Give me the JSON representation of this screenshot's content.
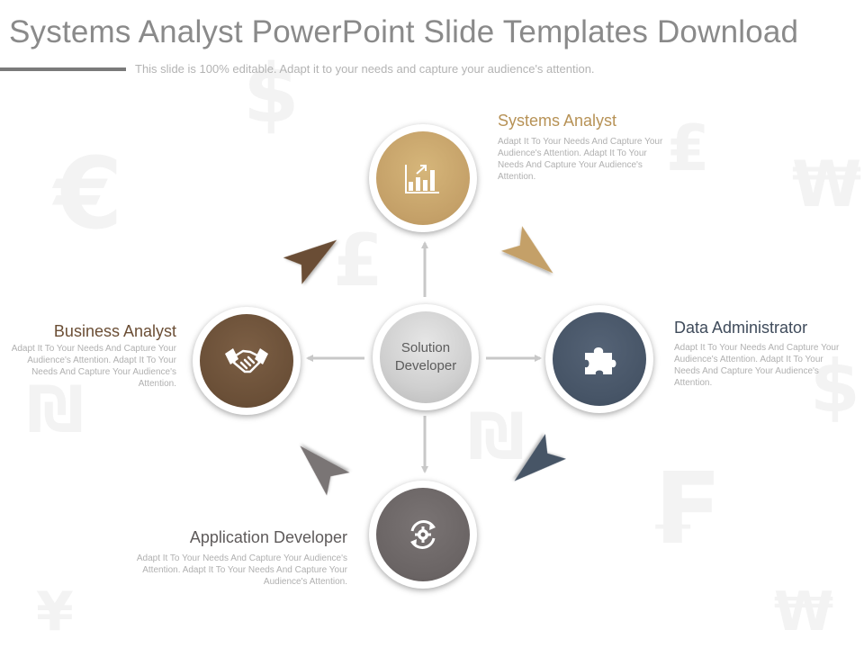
{
  "header": {
    "title": "Systems Analyst PowerPoint Slide Templates Download",
    "subtitle": "This slide is 100% editable. Adapt it to your needs and capture your audience's attention."
  },
  "background_symbols": [
    "€",
    "$",
    "₩",
    "£",
    "₪",
    "₣",
    "¥",
    "₤"
  ],
  "center": {
    "line1": "Solution",
    "line2": "Developer",
    "icon": "none"
  },
  "nodes": [
    {
      "key": "systems",
      "title": "Systems Analyst",
      "description": "Adapt It To Your Needs And Capture Your Audience's Attention. Adapt It To Your Needs And Capture Your Audience's Attention.",
      "icon": "bar-chart-growth-icon",
      "color": "#c4a068"
    },
    {
      "key": "business",
      "title": "Business Analyst",
      "description": "Adapt It To Your Needs And Capture Your Audience's Attention. Adapt It To Your Needs And Capture Your Audience's Attention.",
      "icon": "handshake-icon",
      "color": "#6a4f37"
    },
    {
      "key": "data",
      "title": "Data Administrator",
      "description": "Adapt It To Your Needs And Capture Your Audience's Attention. Adapt It To Your Needs And Capture Your Audience's Attention.",
      "icon": "puzzle-piece-icon",
      "color": "#465466"
    },
    {
      "key": "appdev",
      "title": "Application Developer",
      "description": "Adapt It To Your Needs And Capture Your Audience's Attention. Adapt It To Your Needs And Capture Your Audience's Attention.",
      "icon": "gear-refresh-icon",
      "color": "#6a6464"
    }
  ],
  "colors": {
    "title": "#8a8a8a",
    "connector": "#c8c8c8",
    "arrow_brown": "#6b4e35",
    "arrow_gold": "#c4a068",
    "arrow_slate": "#465466",
    "arrow_gray": "#7a7474"
  }
}
